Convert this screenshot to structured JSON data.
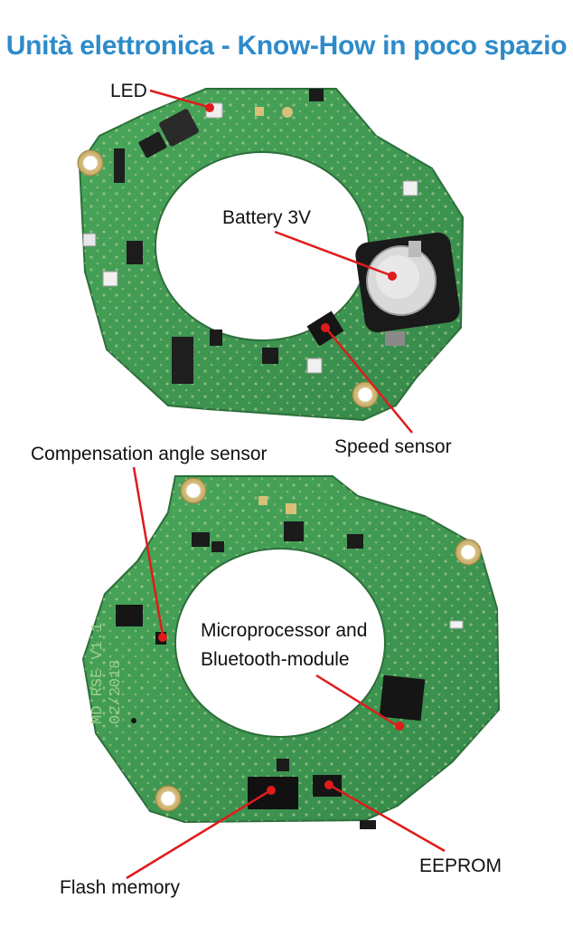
{
  "title": "Unità elettronica - Know-How in poco spazio",
  "labels": {
    "led": "LED",
    "battery": "Battery 3V",
    "speed_sensor": "Speed sensor",
    "compensation": "Compensation angle sensor",
    "micro_line1": "Microprocessor and",
    "micro_line2": "Bluetooth-module",
    "eeprom": "EEPROM",
    "flash": "Flash memory"
  },
  "board_marking": {
    "line1": "MD RSE V1.1",
    "line2": "02/2018"
  },
  "colors": {
    "title": "#2e8bc9",
    "pcb": "#3f9a4f",
    "leader": "#e01b1b"
  }
}
